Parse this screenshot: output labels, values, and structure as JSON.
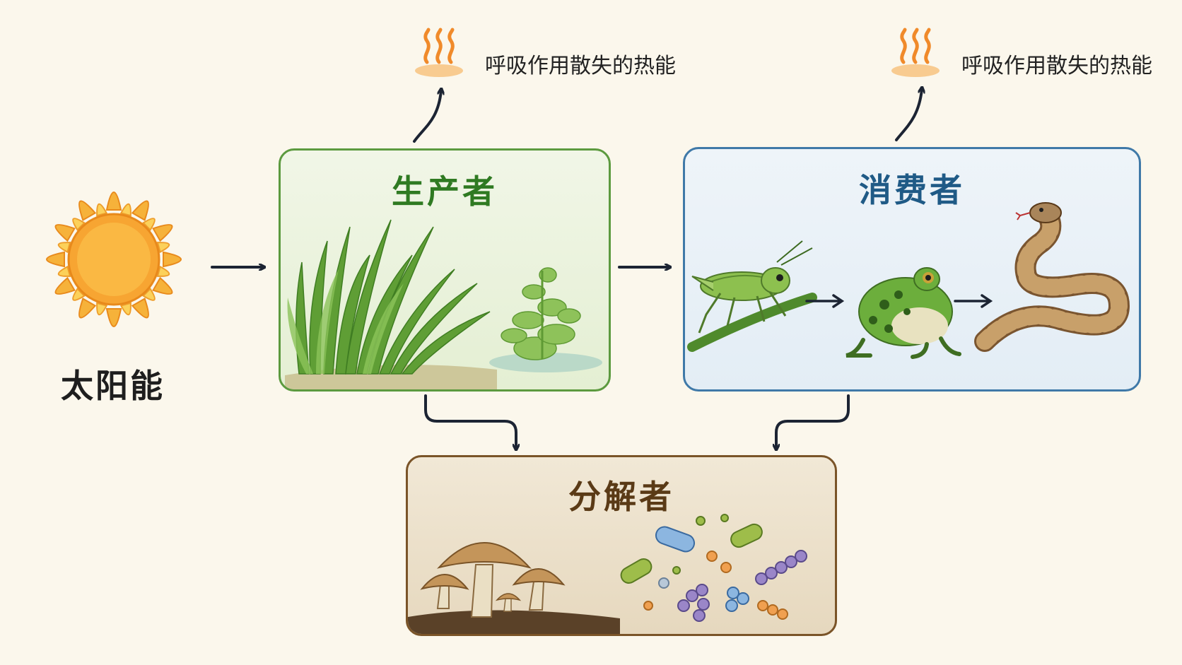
{
  "sun": {
    "label": "太阳能"
  },
  "producer": {
    "title": "生产者"
  },
  "consumer": {
    "title": "消费者"
  },
  "decomposer": {
    "title": "分解者"
  },
  "heat": [
    {
      "label": "呼吸作用散失的热能"
    },
    {
      "label": "呼吸作用散失的热能"
    }
  ],
  "colors": {
    "producer_border": "#5c9a3f",
    "producer_title": "#2f7a22",
    "consumer_border": "#3f79a8",
    "consumer_title": "#1f5a86",
    "decomposer_border": "#7a5428",
    "decomposer_title": "#5a3a16",
    "arrow": "#1c2433",
    "heat": "#f08a2a"
  },
  "icons": [
    "sun-icon",
    "grass-icon",
    "algae-icon",
    "grasshopper-icon",
    "frog-icon",
    "snake-icon",
    "mushroom-icon",
    "bacteria-icon",
    "heat-icon"
  ]
}
